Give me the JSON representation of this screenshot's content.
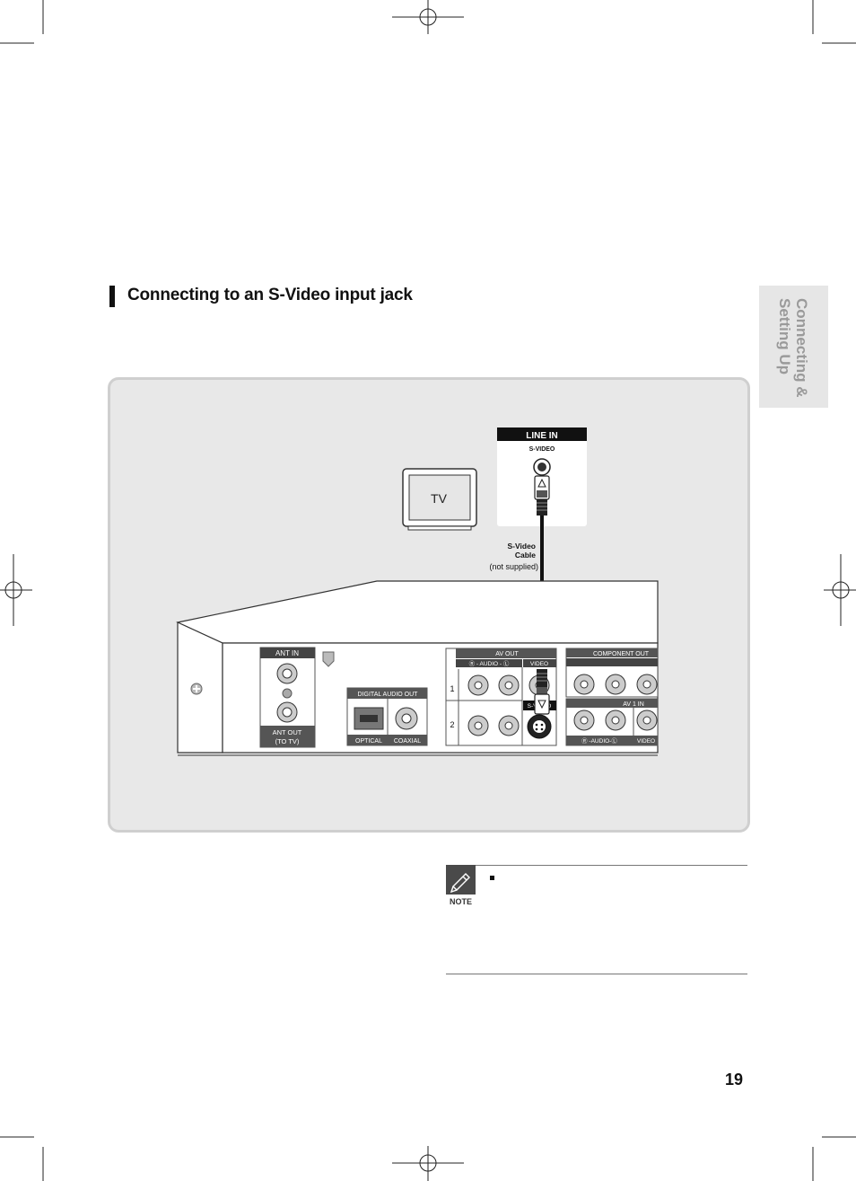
{
  "section": {
    "title": "Connecting to an S-Video input jack"
  },
  "side_tab": {
    "line1": "Connecting &",
    "line2": "Setting Up"
  },
  "diagram": {
    "tv_label": "TV",
    "line_in_header": "LINE IN",
    "svideo_label": "S-VIDEO",
    "cable_label_1": "S-Video",
    "cable_label_2": "Cable",
    "cable_label_3": "(not supplied)",
    "ant_in": "ANT IN",
    "ant_out_1": "ANT OUT",
    "ant_out_2": "(TO TV)",
    "digital_audio_out": "DIGITAL AUDIO OUT",
    "optical": "OPTICAL",
    "coaxial": "COAXIAL",
    "av_out": "AV OUT",
    "audio_rl": "Ⓡ - AUDIO - Ⓛ",
    "video": "VIDEO",
    "row1": "1",
    "row2": "2",
    "s_video_short": "S-VIDEO",
    "component_out": "COMPONENT OUT",
    "av1_in": "AV 1 IN",
    "audio_rl_2": "Ⓡ -AUDIO-Ⓛ",
    "video2": "VIDEO"
  },
  "note": {
    "label": "NOTE"
  },
  "page": {
    "number": "19"
  }
}
